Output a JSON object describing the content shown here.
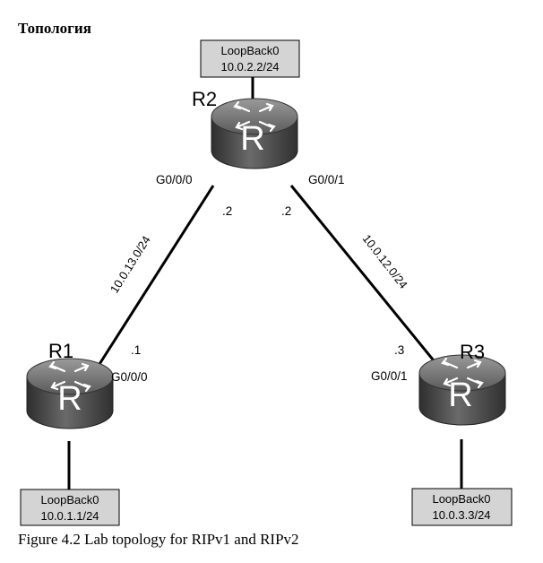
{
  "heading": "Топология",
  "caption": "Figure 4.2 Lab topology for RIPv1 and RIPv2",
  "routers": [
    {
      "name": "R2",
      "loopback_name": "LoopBack0",
      "loopback_ip": "10.0.2.2/24"
    },
    {
      "name": "R1",
      "loopback_name": "LoopBack0",
      "loopback_ip": "10.0.1.1/24"
    },
    {
      "name": "R3",
      "loopback_name": "LoopBack0",
      "loopback_ip": "10.0.3.3/24"
    }
  ],
  "interfaces": {
    "r2_left": "G0/0/0",
    "r2_right": "G0/0/1",
    "r1": "G0/0/0",
    "r3": "G0/0/1"
  },
  "host_ids": {
    "r2_left": ".2",
    "r2_right": ".2",
    "r1": ".1",
    "r3": ".3"
  },
  "links": [
    {
      "network": "10.0.13.0/24"
    },
    {
      "network": "10.0.12.0/24"
    }
  ],
  "router_icon_letter": "R"
}
